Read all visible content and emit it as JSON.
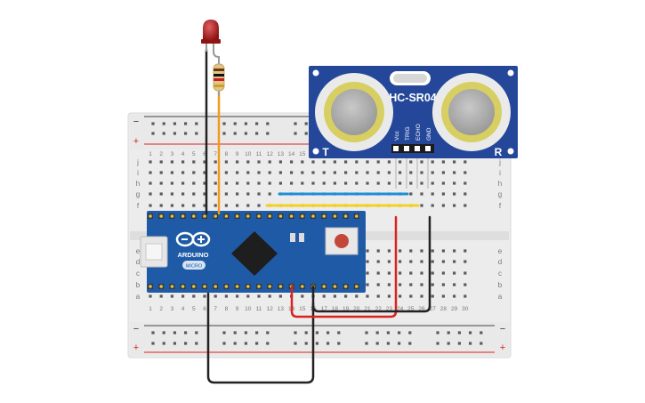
{
  "sensor": {
    "model": "HC-SR04",
    "pins": [
      "Vcc",
      "TRIG",
      "ECHO",
      "GND"
    ],
    "left_marker": "T",
    "right_marker": "R"
  },
  "arduino": {
    "brand": "ARDUINO",
    "model": "MICRO"
  },
  "breadboard": {
    "rows_top": [
      "j",
      "i",
      "h",
      "g",
      "f"
    ],
    "rows_bottom": [
      "e",
      "d",
      "c",
      "b",
      "a"
    ],
    "column_numbers": [
      "1",
      "2",
      "3",
      "4",
      "5",
      "6",
      "7",
      "8",
      "9",
      "10",
      "11",
      "12",
      "13",
      "14",
      "15",
      "16",
      "17",
      "18",
      "19",
      "20",
      "21",
      "22",
      "23",
      "24",
      "25",
      "26",
      "27",
      "28",
      "29",
      "30"
    ],
    "rail_minus": "−",
    "rail_plus": "+"
  },
  "colors": {
    "wire_black": "#222222",
    "wire_red": "#d8231f",
    "wire_orange": "#f29a1b",
    "wire_blue": "#1f8fd6",
    "wire_yellow": "#f4d21f",
    "board_blue": "#1f5aa6",
    "sensor_blue": "#24479a",
    "led_red": "#b41e1e"
  }
}
